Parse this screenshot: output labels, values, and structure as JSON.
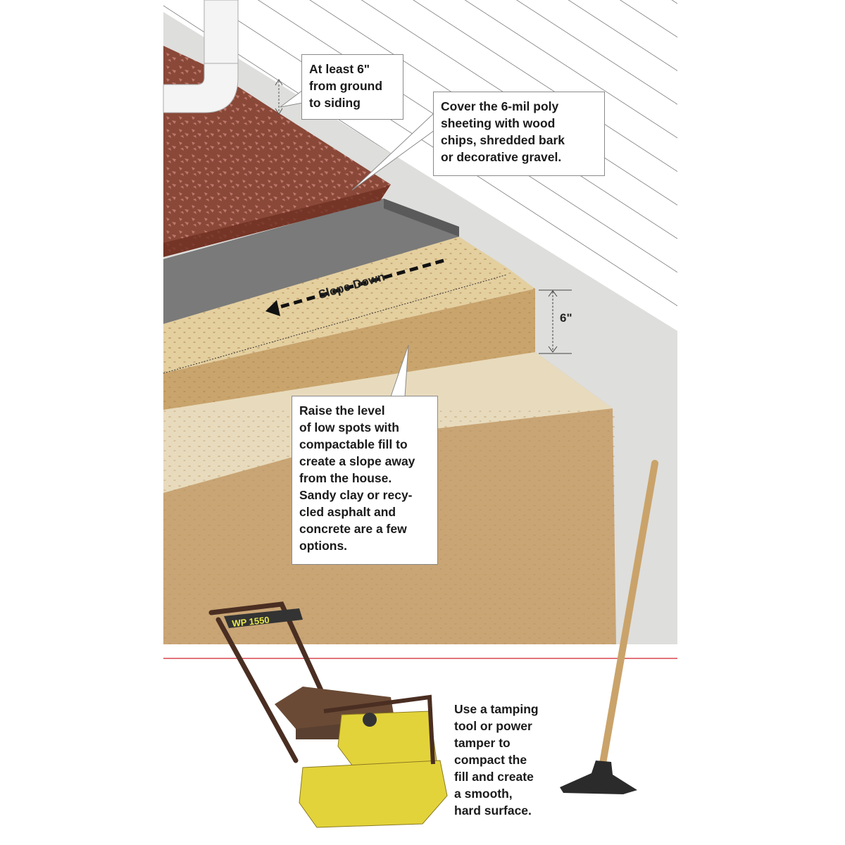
{
  "callouts": {
    "siding_clearance": "At least 6\"\nfrom ground\nto siding",
    "mulch_cover": "Cover the 6-mil poly\nsheeting with wood\nchips, shredded bark\nor decorative gravel.",
    "raise_level": "Raise the level\nof low spots with\ncompactable fill to\ncreate a slope away\nfrom the house.\nSandy clay or recy-\ncled asphalt and\nconcrete are a few\noptions.",
    "tamping": "Use a tamping\ntool or power\ntamper to\ncompact the\nfill and create\na smooth,\nhard surface."
  },
  "labels": {
    "slope": "Slope Down",
    "fill_depth": "6\""
  },
  "compactor_plate_text": "WP 1550",
  "colors": {
    "mulch": "#8a4838",
    "poly": "#7a7a7a",
    "sand_top": "#e4cf9f",
    "sand_face": "#c9a46c",
    "wall": "#dededc",
    "divider": "#d9474f",
    "compactor": "#e3d33a"
  }
}
